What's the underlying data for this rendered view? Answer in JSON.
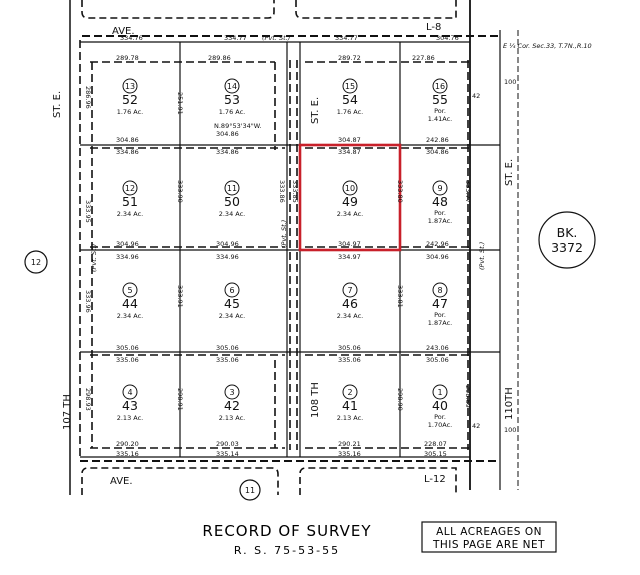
{
  "title": "RECORD OF SURVEY",
  "survey_ref": "R. S. 75-53-55",
  "note": [
    "ALL ACREAGES ON",
    "THIS PAGE ARE NET"
  ],
  "book_label": [
    "BK.",
    "3372"
  ],
  "circled_12": "12",
  "circled_11": "11",
  "map_page_top": "L-8",
  "map_page_bottom": "L-12",
  "corner_note": "E ¼ Cor. Sec.33, T.7N.,R.10",
  "roads": {
    "ave_top": "AVE.",
    "ave_bottom": "AVE.",
    "st_e_left": "ST. E.",
    "st_e_mid": "ST. E.",
    "st_e_right": "ST. E.",
    "th107": "107 TH",
    "th108": "108 TH",
    "th110": "110TH",
    "pvt_st": "(Pvt. St.)"
  },
  "highlighted_parcel": "49",
  "parcels": [
    {
      "lot": "13",
      "parcel": "52",
      "acres": "1.76 Ac."
    },
    {
      "lot": "14",
      "parcel": "53",
      "acres": "1.76 Ac."
    },
    {
      "lot": "15",
      "parcel": "54",
      "acres": "1.76 Ac."
    },
    {
      "lot": "16",
      "parcel": "55",
      "acres": "Por. 1.41Ac."
    },
    {
      "lot": "12",
      "parcel": "51",
      "acres": "2.34 Ac."
    },
    {
      "lot": "11",
      "parcel": "50",
      "acres": "2.34 Ac."
    },
    {
      "lot": "10",
      "parcel": "49",
      "acres": "2.34 Ac."
    },
    {
      "lot": "9",
      "parcel": "48",
      "acres": "Por. 1.87Ac."
    },
    {
      "lot": "5",
      "parcel": "44",
      "acres": "2.34 Ac."
    },
    {
      "lot": "6",
      "parcel": "45",
      "acres": "2.34 Ac."
    },
    {
      "lot": "7",
      "parcel": "46",
      "acres": "2.34 Ac."
    },
    {
      "lot": "8",
      "parcel": "47",
      "acres": "Por. 1.87Ac."
    },
    {
      "lot": "4",
      "parcel": "43",
      "acres": "2.13 Ac."
    },
    {
      "lot": "3",
      "parcel": "42",
      "acres": "2.13 Ac."
    },
    {
      "lot": "2",
      "parcel": "41",
      "acres": "2.13 Ac."
    },
    {
      "lot": "1",
      "parcel": "40",
      "acres": "Por. 1.70Ac."
    }
  ],
  "dims": {
    "top_ave": [
      "334.76",
      "334.77",
      "334.77",
      "304.76"
    ],
    "row1_top": [
      "289.78",
      "289.86",
      "289.72",
      "227.86"
    ],
    "row1_bot": [
      "304.86",
      "304.86",
      "304.87",
      "242.86"
    ],
    "row2_top": [
      "334.86",
      "334.86",
      "334.87",
      "304.86"
    ],
    "row2_bot": [
      "304.96",
      "304.96",
      "304.97",
      "242.96"
    ],
    "row3_top": [
      "334.96",
      "334.96",
      "334.97",
      "304.96"
    ],
    "row3_bot": [
      "305.06",
      "305.06",
      "305.06",
      "243.06"
    ],
    "row4_top": [
      "335.06",
      "335.06",
      "335.06",
      "305.06"
    ],
    "row4_bot": [
      "290.20",
      "290.03",
      "290.21",
      "228.07"
    ],
    "bottom_ave": [
      "335.16",
      "335.14",
      "335.16",
      "305.15"
    ],
    "bearing": "N.89°53'34\"W.",
    "v_col1": "333.95",
    "v_col2": "333.90",
    "v_col3": "333.86",
    "v_col3b": "333.85",
    "v_col4": "333.80",
    "v_col5": "333.77",
    "v_row3a": "333.96",
    "v_row3b": "333.91",
    "v_row3c": "333.81",
    "v_row4a": "298.93",
    "v_row4b": "298.91",
    "v_row4c": "298.90",
    "v_row4d": "298.69",
    "v_row1a": "286.96",
    "v_row1b": "251.91",
    "side_100": "100",
    "side_42": "42"
  }
}
